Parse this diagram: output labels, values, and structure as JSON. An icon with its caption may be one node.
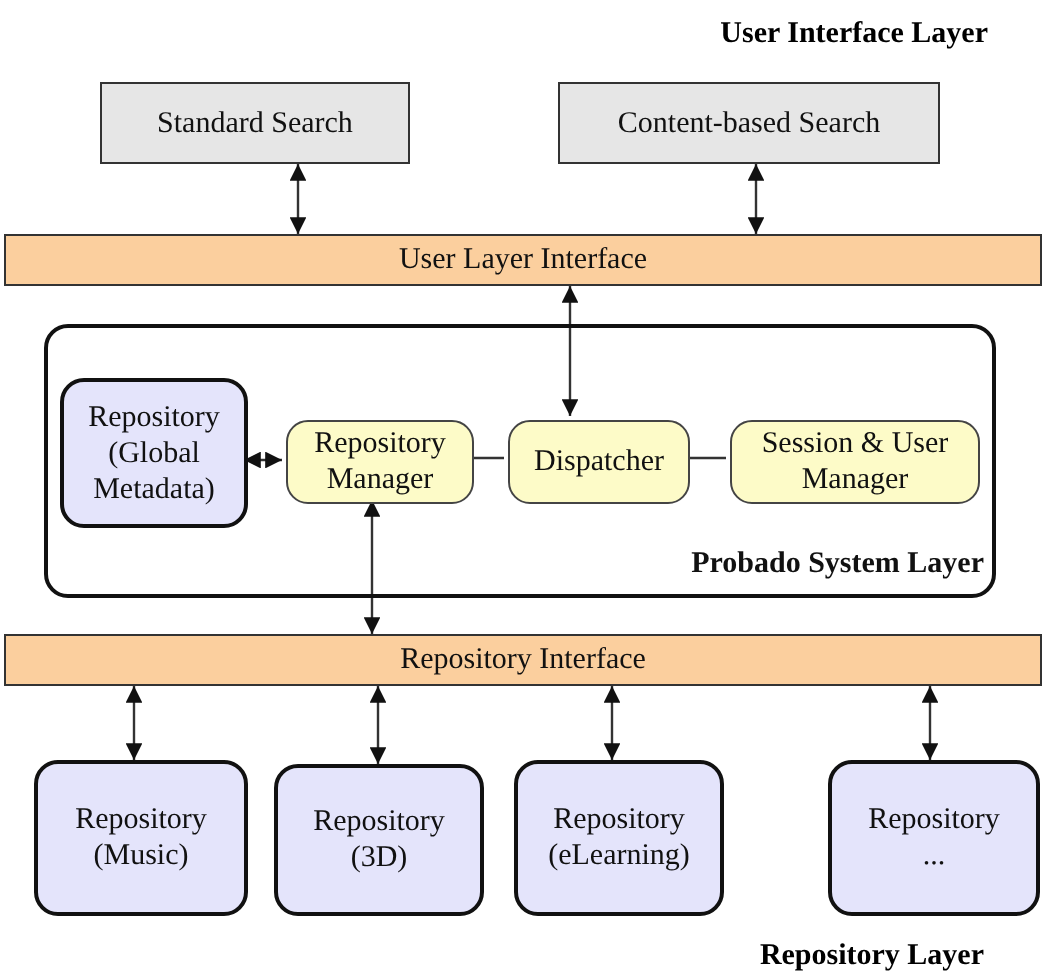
{
  "diagram": {
    "nodes": [
      {
        "text": [
          "Standard Search"
        ]
      },
      {
        "text": [
          "Content-based Search"
        ]
      },
      {
        "text": [
          "User Layer Interface"
        ]
      },
      {
        "text": [
          "Probado System Layer"
        ]
      },
      {
        "text": [
          "Repository (Global Metadata)"
        ],
        "in": 3
      },
      {
        "text": [
          "Repository Manager"
        ],
        "in": 3
      },
      {
        "text": [
          "Dispatcher"
        ],
        "in": 3
      },
      {
        "text": [
          "Session & User Manager"
        ],
        "in": 3
      },
      {
        "text": [
          "Repository Interface"
        ]
      },
      {
        "text": [
          "Repository (Music)"
        ]
      },
      {
        "text": [
          "Repository (3D)"
        ]
      },
      {
        "text": [
          "Repository (eLearning)"
        ]
      },
      {
        "text": [
          "Repository ..."
        ]
      }
    ],
    "edges": [
      {
        "from": 0,
        "to": 2,
        "arrow": "both"
      },
      {
        "from": 1,
        "to": 2,
        "arrow": "both"
      },
      {
        "from": 2,
        "to": 6,
        "arrow": "both"
      },
      {
        "from": 4,
        "to": 5,
        "arrow": "both"
      },
      {
        "from": 5,
        "to": 6,
        "arrow": "none"
      },
      {
        "from": 6,
        "to": 7,
        "arrow": "none"
      },
      {
        "from": 5,
        "to": 8,
        "arrow": "both"
      },
      {
        "from": 8,
        "to": 9,
        "arrow": "both"
      },
      {
        "from": 8,
        "to": 10,
        "arrow": "both"
      },
      {
        "from": 8,
        "to": 11,
        "arrow": "both"
      },
      {
        "from": 8,
        "to": 12,
        "arrow": "both"
      }
    ],
    "labels": [
      "User Interface Layer",
      "Repository Layer"
    ]
  }
}
